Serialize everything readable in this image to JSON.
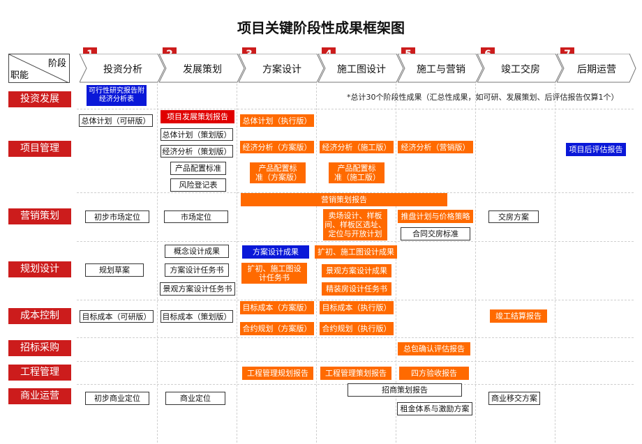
{
  "title": "项目关键阶段性成果框架图",
  "corner": {
    "top": "阶段",
    "bottom": "职能"
  },
  "phases": [
    {
      "num": "1",
      "label": "投资分析"
    },
    {
      "num": "2",
      "label": "发展策划"
    },
    {
      "num": "3",
      "label": "方案设计"
    },
    {
      "num": "4",
      "label": "施工图设计"
    },
    {
      "num": "5",
      "label": "施工与营销"
    },
    {
      "num": "6",
      "label": "竣工交房"
    },
    {
      "num": "7",
      "label": "后期运营"
    }
  ],
  "functions": [
    "投资发展",
    "项目管理",
    "营销策划",
    "规划设计",
    "成本控制",
    "招标采购",
    "工程管理",
    "商业运营"
  ],
  "note": "*总计30个阶段性成果（汇总性成果，如可研、发展策划、后评估报告仅算1个）",
  "items": [
    "可行性研究报告附经济分析表",
    "项目发展策划报告",
    "总体计划（可研版）",
    "总体计划（策划版）",
    "经济分析（策划版）",
    "产品配置标准",
    "风险登记表",
    "总体计划（执行版）",
    "经济分析（方案版）",
    "经济分析（施工版）",
    "经济分析（营销版）",
    "产品配置标准（方案版）",
    "产品配置标准（施工版）",
    "项目后评估报告",
    "营销策划报告",
    "初步市场定位",
    "市场定位",
    "卖场设计、样板间、样板区选址、定位与开放计划",
    "推盘计划与价格策略",
    "合同交房标准",
    "交房方案",
    "概念设计成果",
    "方案设计成果",
    "扩初、施工图设计成果",
    "规划草案",
    "方案设计任务书",
    "扩初、施工图设计任务书",
    "景观方案设计成果",
    "景观方案设计任务书",
    "精装房设计任务书",
    "目标成本（可研版）",
    "目标成本（策划版）",
    "目标成本（方案版）",
    "目标成本（执行版）",
    "竣工结算报告",
    "合约规划（方案版）",
    "合约规划（执行版）",
    "总包确认评估报告",
    "工程管理规划报告",
    "工程管理策划报告",
    "四方验收报告",
    "招商策划报告",
    "初步商业定位",
    "商业定位",
    "商业移交方案",
    "租金体系与激励方案"
  ]
}
